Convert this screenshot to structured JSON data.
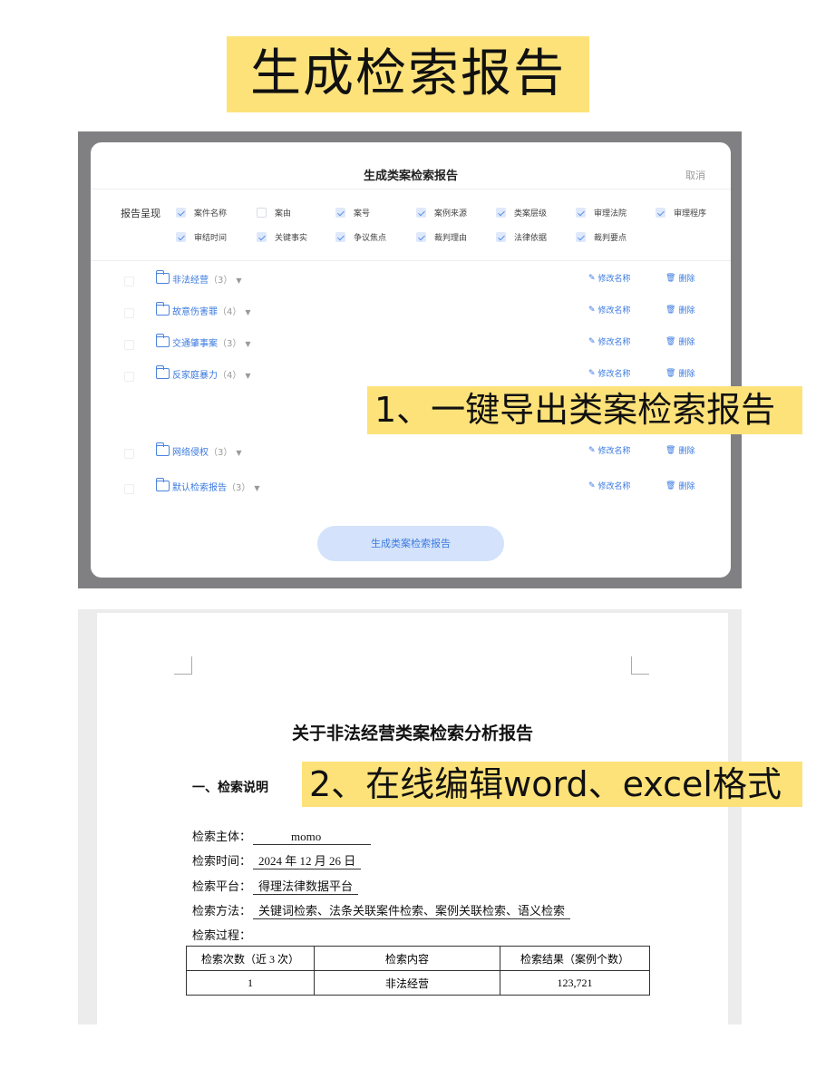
{
  "banner": {
    "title": "生成检索报告"
  },
  "modal": {
    "title": "生成类案检索报告",
    "cancel": "取消",
    "options_label": "报告呈现",
    "options": [
      {
        "label": "案件名称",
        "checked": true
      },
      {
        "label": "案由",
        "checked": false
      },
      {
        "label": "案号",
        "checked": true
      },
      {
        "label": "案例来源",
        "checked": true
      },
      {
        "label": "类案层级",
        "checked": true
      },
      {
        "label": "审理法院",
        "checked": true
      },
      {
        "label": "审理程序",
        "checked": true
      },
      {
        "label": "审结时间",
        "checked": true
      },
      {
        "label": "关键事实",
        "checked": true
      },
      {
        "label": "争议焦点",
        "checked": true
      },
      {
        "label": "裁判理由",
        "checked": true
      },
      {
        "label": "法律依据",
        "checked": true
      },
      {
        "label": "裁判要点",
        "checked": true
      }
    ],
    "folders": [
      {
        "name": "非法经营",
        "count": "（3）"
      },
      {
        "name": "故意伤害罪",
        "count": "（4）"
      },
      {
        "name": "交通肇事案",
        "count": "（3）"
      },
      {
        "name": "反家庭暴力",
        "count": "（4）"
      },
      {
        "name": "网络侵权",
        "count": "（3）"
      },
      {
        "name": "默认检索报告",
        "count": "（3）"
      }
    ],
    "rename_label": "修改名称",
    "delete_label": "删除",
    "generate_button": "生成类案检索报告",
    "accent": "#3b7ae0"
  },
  "callouts": {
    "one": "1、一键导出类案检索报告",
    "two": "2、在线编辑word、excel格式"
  },
  "document": {
    "title": "关于非法经营类案检索分析报告",
    "section": "一、检索说明",
    "fields": [
      {
        "label": "检索主体：",
        "value": "momo"
      },
      {
        "label": "检索时间：",
        "value": "2024 年 12 月 26 日"
      },
      {
        "label": "检索平台：",
        "value": "得理法律数据平台"
      },
      {
        "label": "检索方法：",
        "value": "关键词检索、法条关联案件检索、案例关联检索、语义检索"
      },
      {
        "label": "检索过程：",
        "value": ""
      }
    ],
    "table": {
      "headers": [
        "检索次数（近 3 次）",
        "检索内容",
        "检索结果（案例个数）"
      ],
      "rows": [
        [
          "1",
          "非法经营",
          "123,721"
        ]
      ]
    }
  }
}
